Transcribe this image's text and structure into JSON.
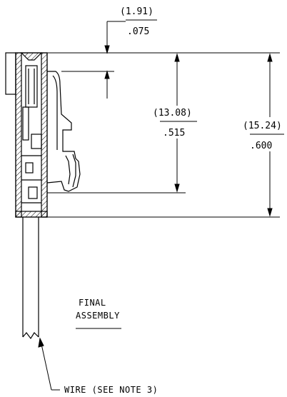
{
  "dimensions": {
    "top_offset": {
      "mm": "(1.91)",
      "inch": ".075"
    },
    "tab_height": {
      "mm": "(13.08)",
      "inch": ".515"
    },
    "overall_height": {
      "mm": "(15.24)",
      "inch": ".600"
    }
  },
  "labels": {
    "final_assembly_line1": "FINAL",
    "final_assembly_line2": "ASSEMBLY",
    "wire_note": "WIRE (SEE NOTE 3)"
  },
  "colors": {
    "line": "#000000",
    "background": "#ffffff"
  }
}
